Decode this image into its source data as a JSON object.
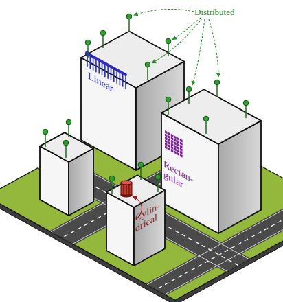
{
  "diagram": {
    "labels": [
      "Distributed",
      "Linear",
      "Rectan- gular",
      "Cylin- drical"
    ]
  }
}
